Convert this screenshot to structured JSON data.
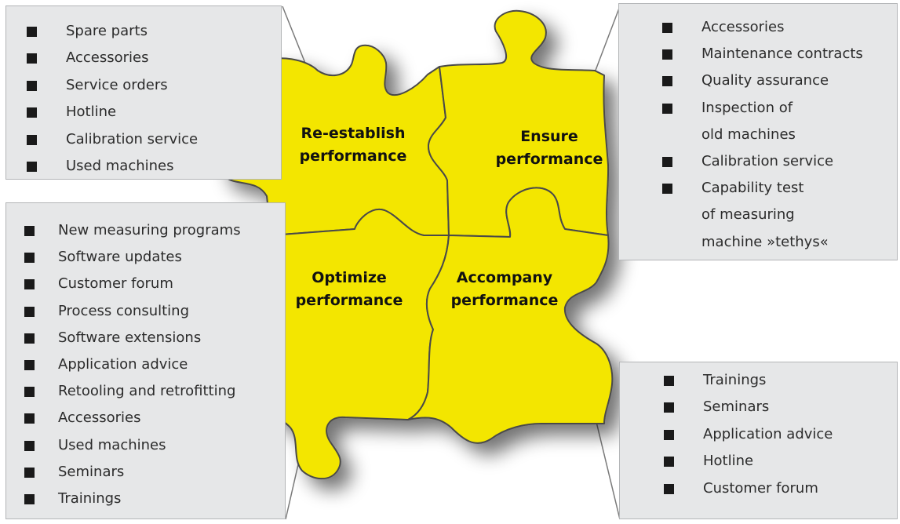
{
  "quadrants": {
    "reestablish": {
      "title_line1": "Re-establish",
      "title_line2": "performance",
      "items": [
        "Spare parts",
        "Accessories",
        "Service orders",
        "Hotline",
        "Calibration service",
        "Used machines"
      ]
    },
    "ensure": {
      "title_line1": "Ensure",
      "title_line2": "performance",
      "items": [
        "Accessories",
        "Maintenance contracts",
        "Quality assurance",
        "Inspection of",
        "old machines",
        "Calibration service",
        "Capability test",
        "of measuring",
        "machine »tethys«"
      ]
    },
    "optimize": {
      "title_line1": "Optimize",
      "title_line2": "performance",
      "items": [
        "New measuring programs",
        "Software updates",
        "Customer forum",
        "Process consulting",
        "Software extensions",
        "Application advice",
        "Retooling and retrofitting",
        "Accessories",
        "Used machines",
        "Seminars",
        "Trainings"
      ]
    },
    "accompany": {
      "title_line1": "Accompany",
      "title_line2": "performance",
      "items": [
        "Trainings",
        "Seminars",
        "Application advice",
        "Hotline",
        "Customer forum"
      ]
    }
  },
  "colors": {
    "puzzle_fill": "#f3e600",
    "puzzle_stroke": "#4a4a4a",
    "box_fill": "#e6e7e8",
    "bullet": "#1a1a1a"
  }
}
